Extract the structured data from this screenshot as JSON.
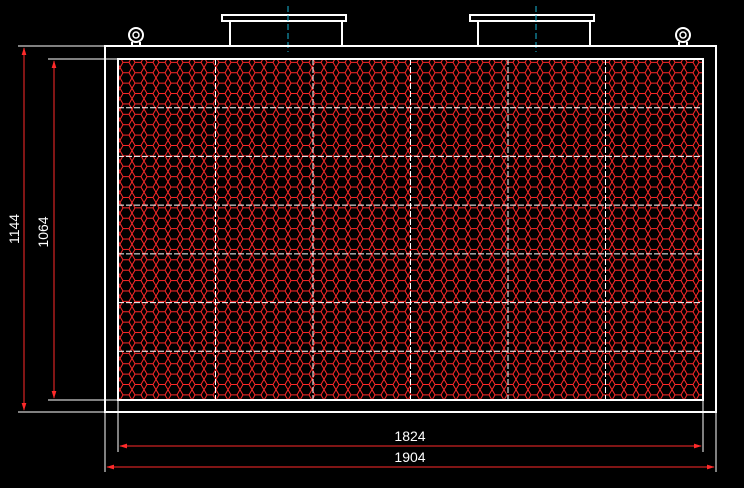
{
  "drawing": {
    "dimensions": {
      "outer_width": "1904",
      "inner_width": "1824",
      "outer_height": "1144",
      "inner_height": "1064"
    },
    "grid": {
      "columns": 6,
      "rows": 7
    },
    "colors": {
      "background": "#000000",
      "outline": "#ffffff",
      "honeycomb": "#ff2a2a",
      "dimension": "#ff2a2a",
      "centerline": "#19b6d6"
    }
  }
}
